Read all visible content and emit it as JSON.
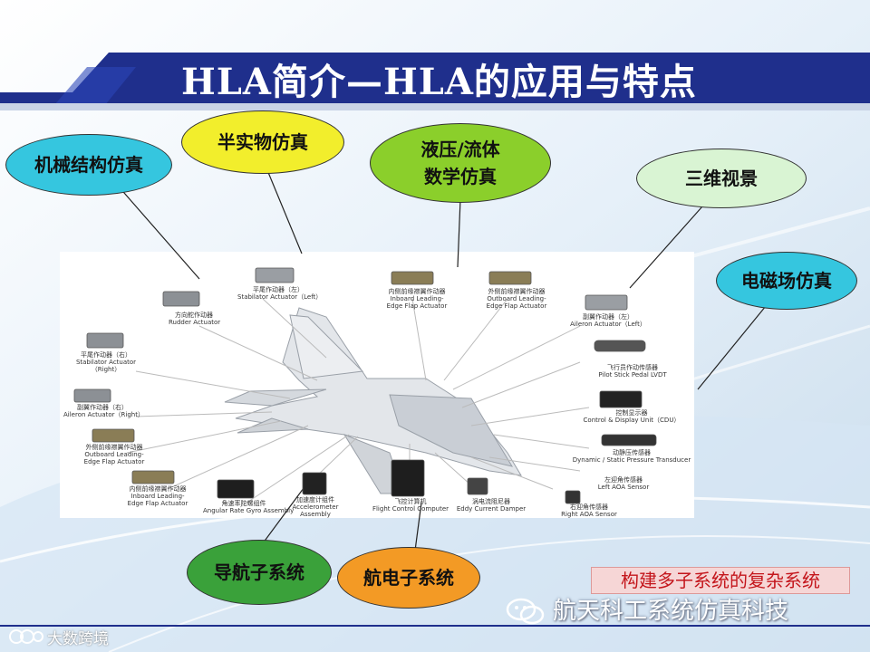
{
  "slide": {
    "title": "HLA简介—HLA的应用与特点",
    "banner": "构建多子系统的复杂系统",
    "watermark": "航天科工系统仿真科技",
    "footer_brand": "大数跨境"
  },
  "colors": {
    "title_bar": "#1f2f8c",
    "bubble_cyan": "#35c6df",
    "bubble_yellow": "#f2ee2c",
    "bubble_green": "#8bcf2b",
    "bubble_mint": "#d9f4d3",
    "bubble_darkgreen": "#3aa13a",
    "bubble_orange": "#f39a25",
    "banner_text": "#c4161c"
  },
  "bubbles": {
    "mechanical": "机械结构仿真",
    "hardware": "半实物仿真",
    "hydraulic": "液压/流体\n数学仿真",
    "visual": "三维视景",
    "electromagnetic": "电磁场仿真",
    "navigation": "导航子系统",
    "avionics": "航电子系统"
  },
  "parts": {
    "rudder": "方向舵作动器\nRudder Actuator",
    "stab_left": "平尾作动器（左）\nStabilator Actuator（Left）",
    "stab_right": "平尾作动器（右）\nStabilator Actuator\n（Right）",
    "aileron_right": "副翼作动器（右）\nAileron Actuator（Right）",
    "outboard_left_a": "外侧前缘襟翼作动器\nOutboard Leading-\nEdge Flap Actuator",
    "inboard_left": "内侧前缘襟翼作动器\nInboard Leading-\nEdge Flap Actuator",
    "inboard_top": "内侧前缘襟翼作动器\nInboard Leading-\nEdge Flap Actuator",
    "outboard_top": "外侧前缘襟翼作动器\nOutboard Leading-\nEdge Flap Actuator",
    "aileron_left": "副翼作动器（左）\nAileron Actuator（Left）",
    "pedal": "飞行员作动传感器\nPilot Stick Pedal LVDT",
    "cdu": "控制显示器\nControl & Display Unit（CDU）",
    "pressure": "动静压传感器\nDynamic / Static Pressure Transducer",
    "left_aoa": "左迎角传感器\nLeft AOA Sensor",
    "right_aoa": "右迎角传感器\nRight AOA Sensor",
    "eddy": "涡电流阻尼器\nEddy Current Damper",
    "fcc": "飞控计算机\nFlight Control Computer",
    "accel": "加速度计组件\nAccelerometer\nAssembly",
    "gyro": "角速率陀螺组件\nAngular Rate Gyro Assembly"
  }
}
